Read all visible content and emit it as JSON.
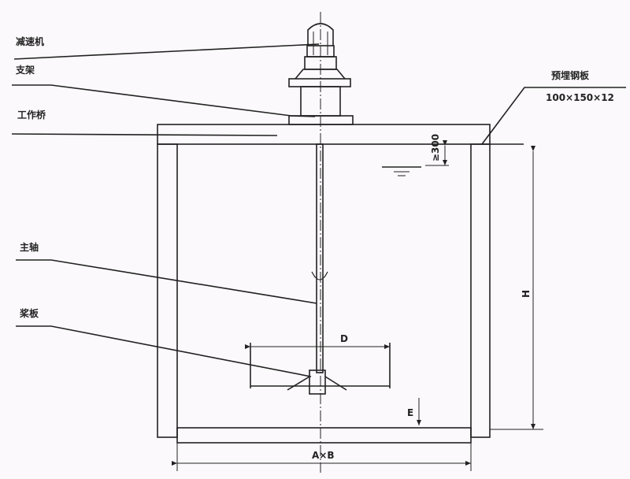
{
  "labels": {
    "reducer": "减速机",
    "bracket": "支架",
    "bridge": "工作桥",
    "shaft": "主轴",
    "paddle": "桨板",
    "embedded_plate": "预埋钢板",
    "embedded_plate_size": "100×150×12"
  },
  "dimensions": {
    "clearance": "≥300",
    "height": "H",
    "diameter": "D",
    "bottom_gap": "E",
    "tank_size": "A×B"
  }
}
